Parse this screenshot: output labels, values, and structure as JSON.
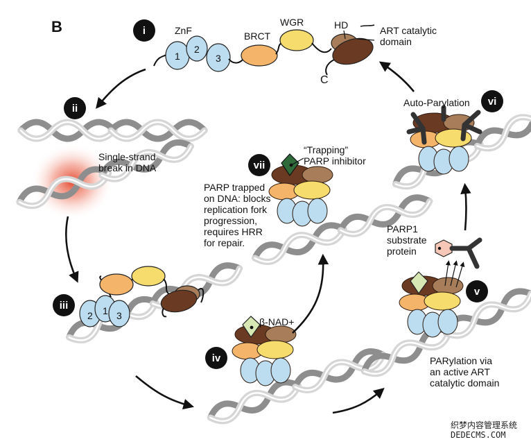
{
  "panel_letter": "B",
  "steps": {
    "i": "i",
    "ii": "ii",
    "iii": "iii",
    "iv": "iv",
    "v": "v",
    "vi": "vi",
    "vii": "vii"
  },
  "labels": {
    "znf": "ZnF",
    "brct": "BRCT",
    "wgr": "WGR",
    "hd": "HD",
    "art": "ART catalytic\ndomain",
    "c_term": "C",
    "ssb": "Single-strand\nbreak in DNA",
    "bnad": "β-NAD+",
    "trapping": "“Trapping”\nPARP inhibitor",
    "trapped": "PARP trapped\non DNA: blocks\nreplication fork\nprogression,\nrequires HRR\nfor repair.",
    "auto": "Auto-Parylation",
    "substrate": "PARP1\nsubstrate\nprotein",
    "parylation": "PARylation via\nan active ART\ncatalytic domain"
  },
  "zinc_fingers": {
    "i": [
      "1",
      "2",
      "3"
    ],
    "iii": [
      "2",
      "1",
      "3"
    ]
  },
  "watermark": {
    "line1": "织梦内容管理系统",
    "line2": "DEDECMS.COM"
  },
  "colors": {
    "znf": "#bcdcef",
    "brct": "#f4b56b",
    "wgr": "#f6dc6c",
    "hd": "#a77d5a",
    "art": "#6b3a22",
    "inhibitor": "#2f6b3a",
    "nad": "#d7e8b4",
    "substrate": "#f6c7b7",
    "red_glow": "#e0371b"
  }
}
